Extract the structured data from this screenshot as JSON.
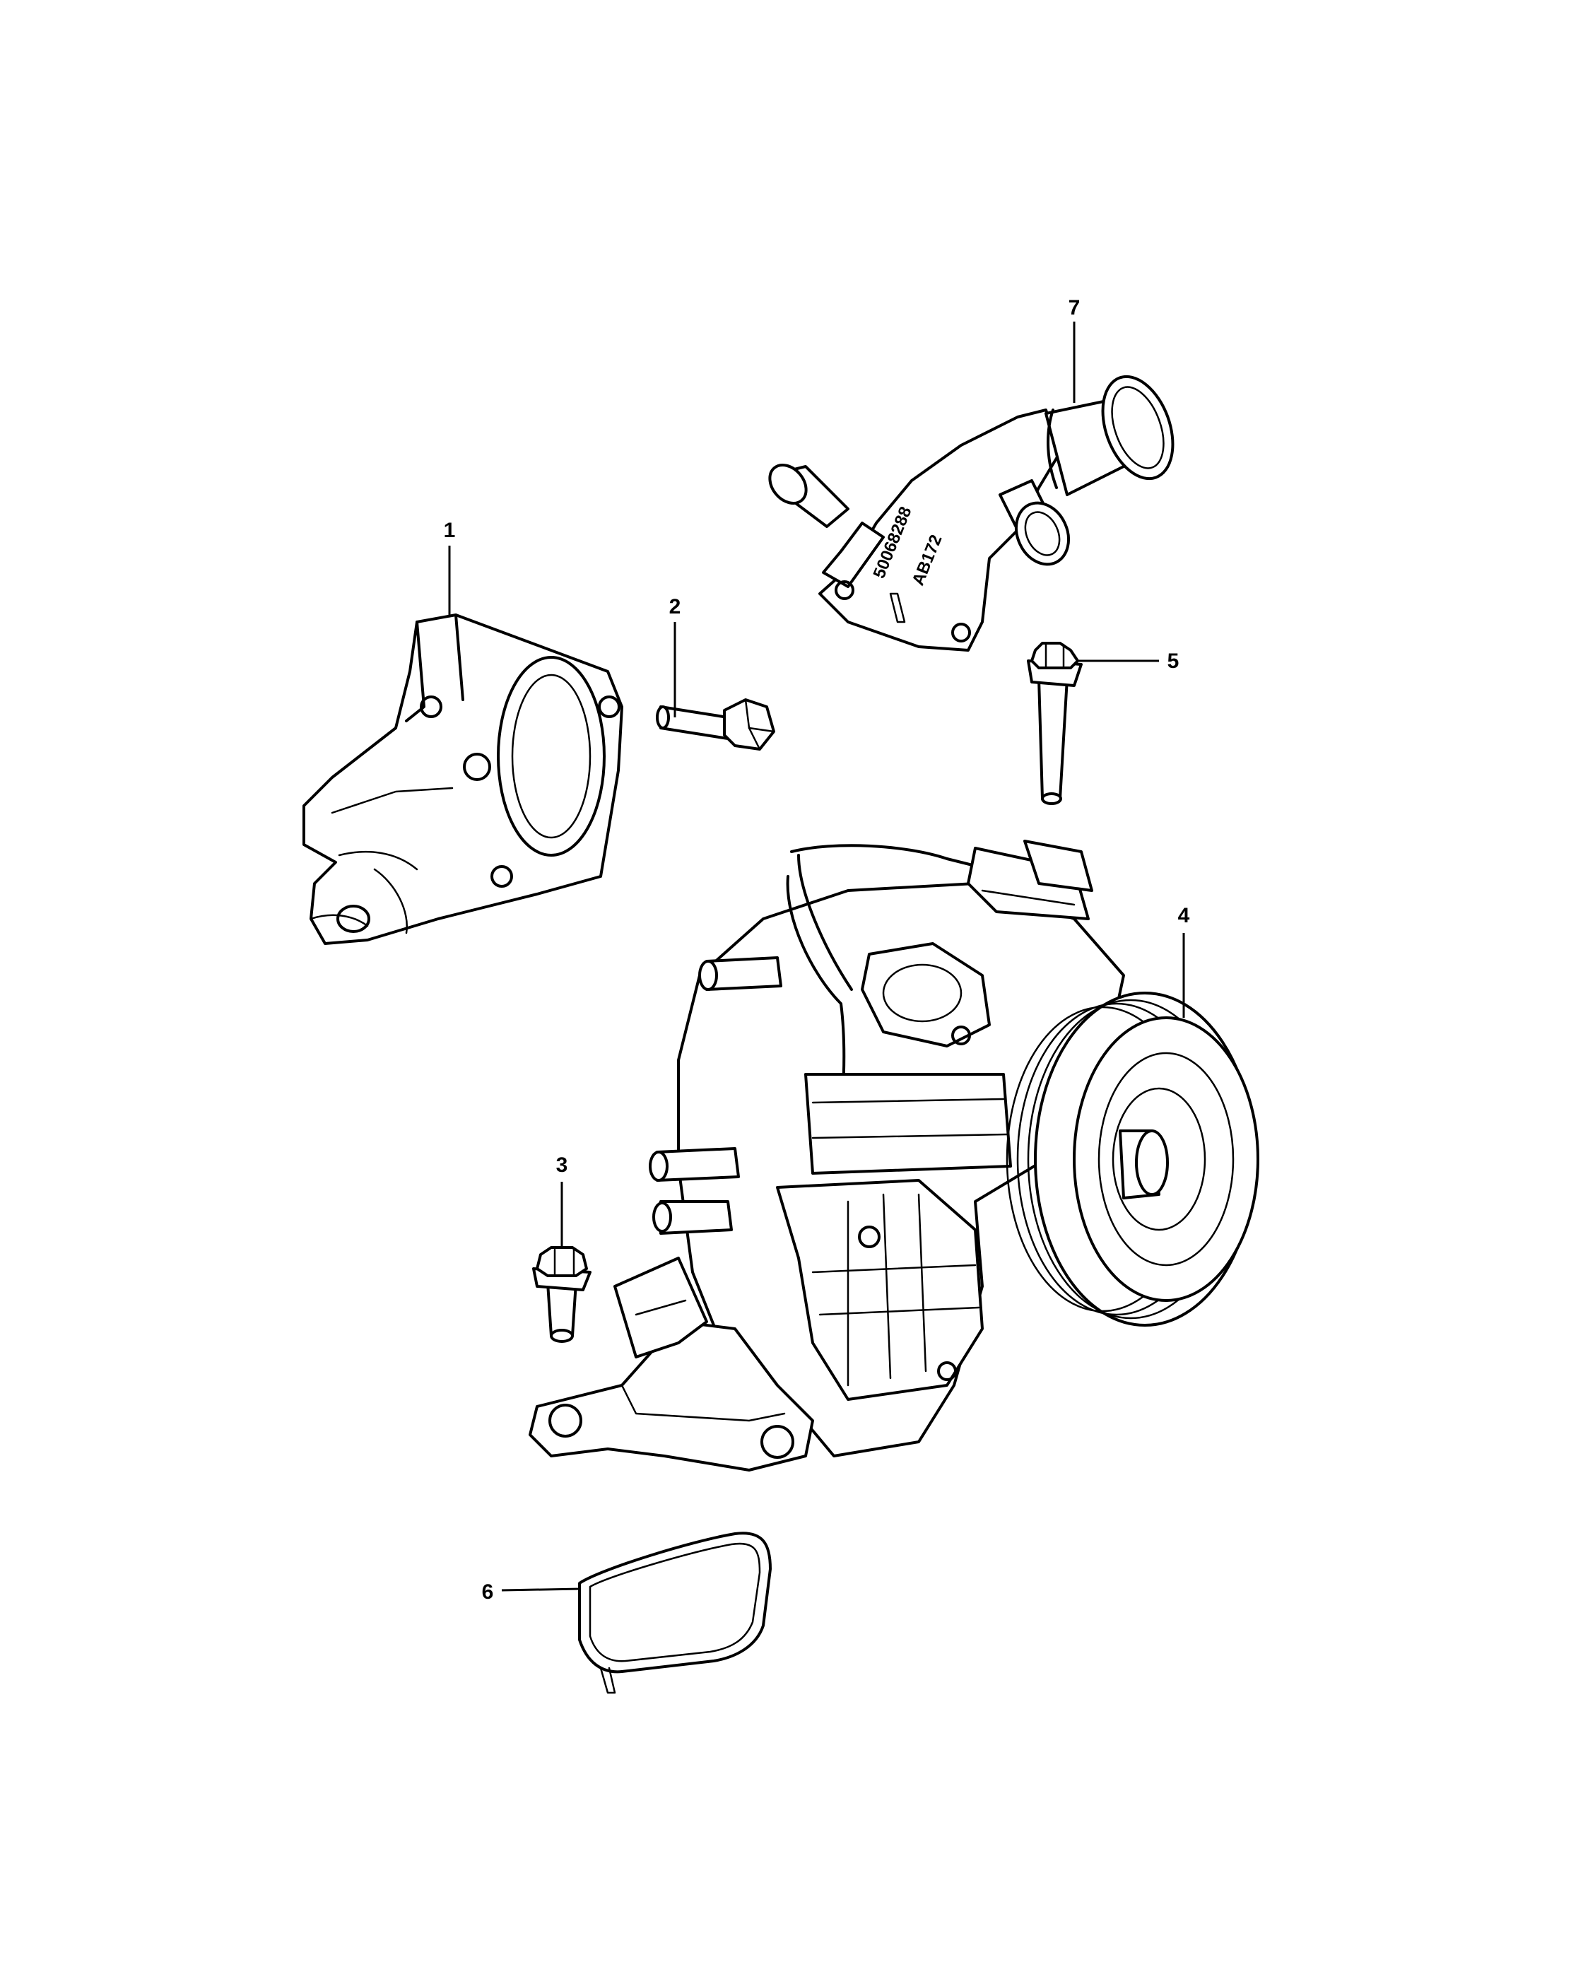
{
  "callouts": [
    {
      "id": "1",
      "label": "1"
    },
    {
      "id": "2",
      "label": "2"
    },
    {
      "id": "3",
      "label": "3"
    },
    {
      "id": "4",
      "label": "4"
    },
    {
      "id": "5",
      "label": "5"
    },
    {
      "id": "6",
      "label": "6"
    },
    {
      "id": "7",
      "label": "7"
    }
  ],
  "part_stamps": {
    "outlet_part_number": "50068288",
    "outlet_code": "AB172"
  }
}
